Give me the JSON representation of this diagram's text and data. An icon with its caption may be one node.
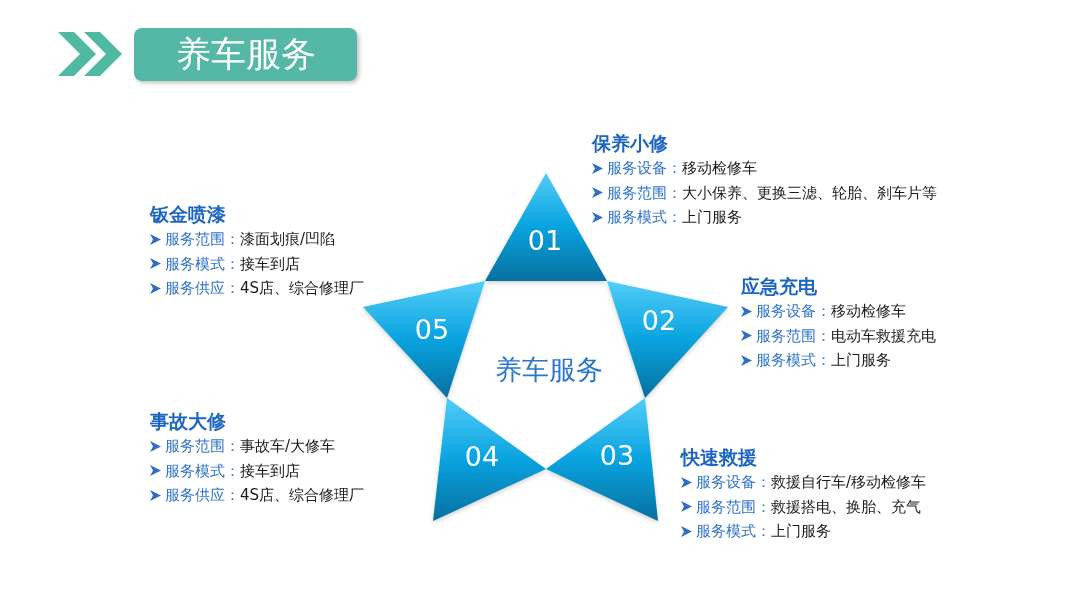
{
  "diagram": {
    "title": "养车服务",
    "nodes": [
      {
        "text": [
          "养车服务"
        ]
      },
      {
        "text": [
          "01"
        ],
        "beside": [
          "保养小修",
          "服务设备：",
          "移动检修车",
          "服务范围：",
          "大小保养、更换三滤、轮胎、刹车片等",
          "服务模式：",
          "上门服务"
        ]
      },
      {
        "text": [
          "02"
        ],
        "beside": [
          "应急充电",
          "服务设备：",
          "移动检修车",
          "服务范围：",
          "电动车救援充电",
          "服务模式：",
          "上门服务"
        ]
      },
      {
        "text": [
          "03"
        ],
        "beside": [
          "快速救援",
          "服务设备：",
          "救援自行车/移动检修车",
          "服务范围：",
          "救援搭电、换胎、充气",
          "服务模式：",
          "上门服务"
        ]
      },
      {
        "text": [
          "04"
        ],
        "beside": [
          "事故大修",
          "服务范围：",
          "事故车/大修车",
          "服务模式：",
          "接车到店",
          "服务供应：",
          "4S店、综合修理厂"
        ]
      },
      {
        "text": [
          "05"
        ],
        "beside": [
          "钣金喷漆",
          "服务范围：",
          "漆面划痕/凹陷",
          "服务模式：",
          "接车到店",
          "服务供应：",
          "4S店、综合修理厂"
        ]
      }
    ]
  }
}
